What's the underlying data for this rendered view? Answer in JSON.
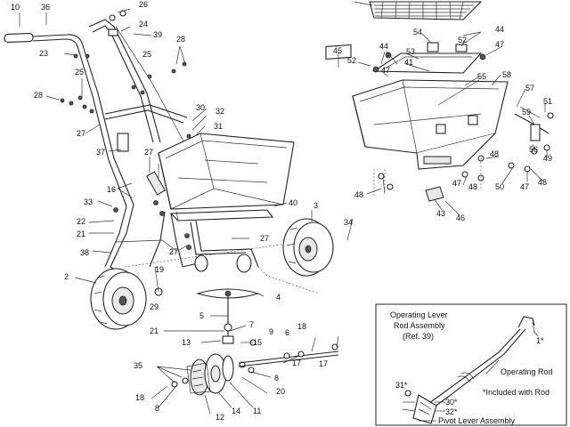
{
  "diagram": {
    "part_numbers": [
      "10",
      "36",
      "26",
      "24",
      "39",
      "28",
      "23",
      "25",
      "28",
      "25",
      "27",
      "30",
      "32",
      "31",
      "37",
      "27",
      "16",
      "33",
      "22",
      "21",
      "38",
      "27",
      "40",
      "3",
      "34",
      "27",
      "2",
      "19",
      "29",
      "4",
      "5",
      "21",
      "7",
      "9",
      "13",
      "15",
      "6",
      "18",
      "17",
      "35",
      "18",
      "8",
      "12",
      "14",
      "11",
      "20",
      "8",
      "17",
      "44",
      "45",
      "52",
      "53",
      "54",
      "52",
      "47",
      "44",
      "41",
      "47",
      "55",
      "58",
      "57",
      "51",
      "59",
      "56",
      "50",
      "47",
      "48",
      "49",
      "48",
      "43",
      "46",
      "48",
      "47",
      "48"
    ],
    "inset": {
      "title_lines": [
        "Operating Lever",
        "Rod Assembly",
        "(Ref. 39)"
      ],
      "operating_rod_label": "Operating Rod",
      "included_note": "*Included with Rod",
      "pivot_label": "Pivot Lever Assembly",
      "callouts": [
        "1*",
        "31*",
        "30*",
        "32*"
      ]
    }
  }
}
